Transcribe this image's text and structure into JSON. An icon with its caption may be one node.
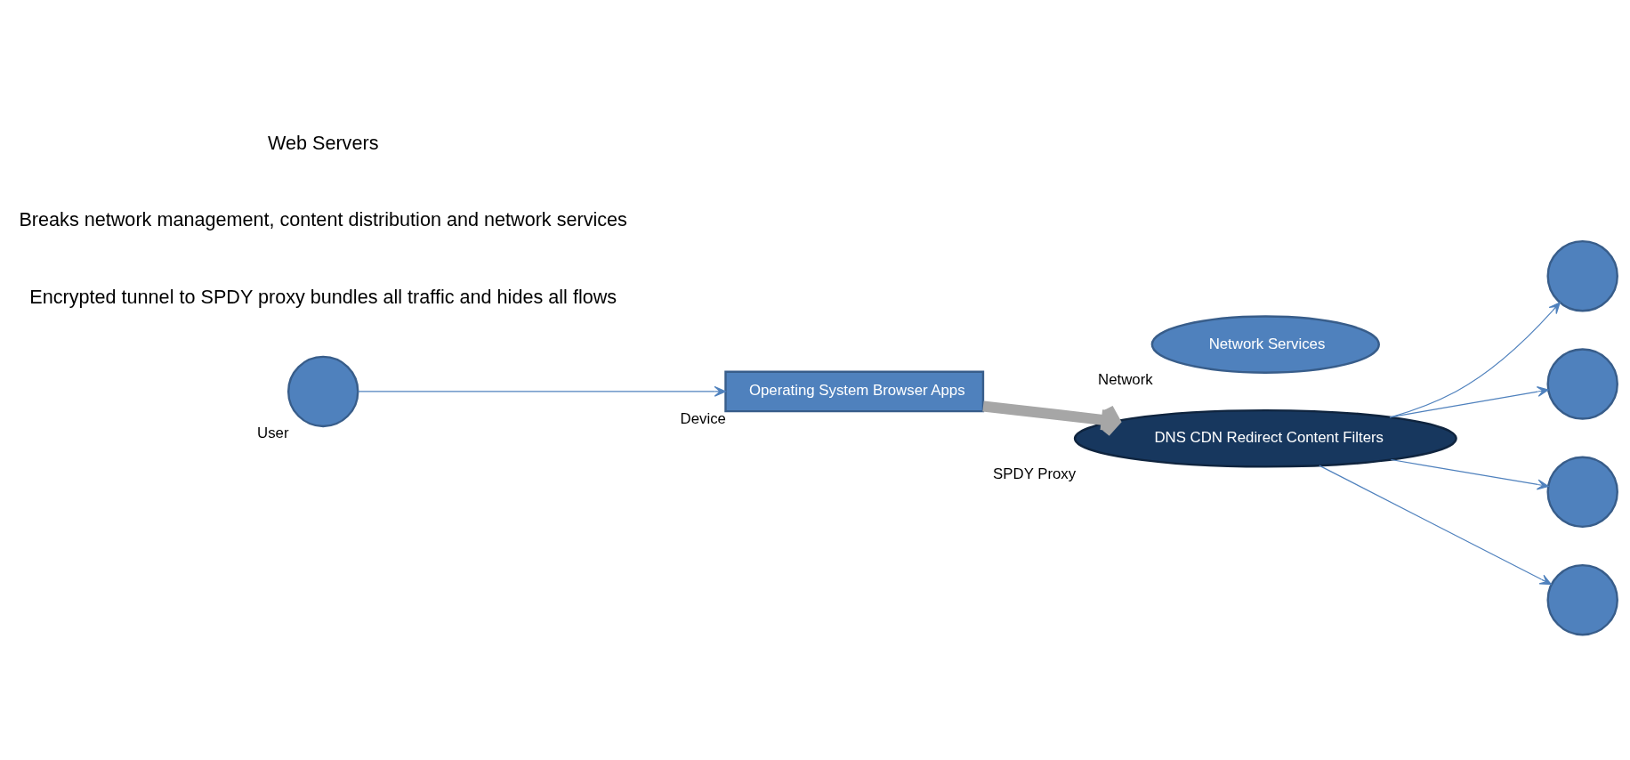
{
  "diagram": {
    "nodes": [
      {
        "text": [],
        "shape": "circle",
        "beside": [
          "User"
        ]
      },
      {
        "text": [
          "Operating System Browser Apps"
        ],
        "beside": [
          "Device"
        ]
      },
      {
        "text": [
          "Network Services"
        ],
        "beside": [
          "Network"
        ]
      },
      {
        "text": [
          "DNS CDN Redirect Content Filters"
        ],
        "beside": [
          "SPDY Proxy"
        ]
      },
      {
        "text": [],
        "shape": "circle"
      },
      {
        "text": [],
        "shape": "circle"
      },
      {
        "text": [],
        "shape": "circle"
      },
      {
        "text": [],
        "shape": "circle"
      }
    ],
    "edges": [
      {
        "from": 0,
        "to": 1,
        "arrow": "to"
      },
      {
        "from": 1,
        "to": 3,
        "arrow": "to",
        "style": "thick",
        "color": "#a6a6a6"
      },
      {
        "from": 3,
        "to": 4,
        "arrow": "to"
      },
      {
        "from": 3,
        "to": 5,
        "arrow": "to"
      },
      {
        "from": 3,
        "to": 6,
        "arrow": "to"
      },
      {
        "from": 3,
        "to": 7,
        "arrow": "to"
      }
    ],
    "labels": [
      "Encrypted tunnel to SPDY proxy bundles all traffic and hides all flows",
      "Breaks network management, content distribution and network services",
      "Web Servers"
    ]
  }
}
